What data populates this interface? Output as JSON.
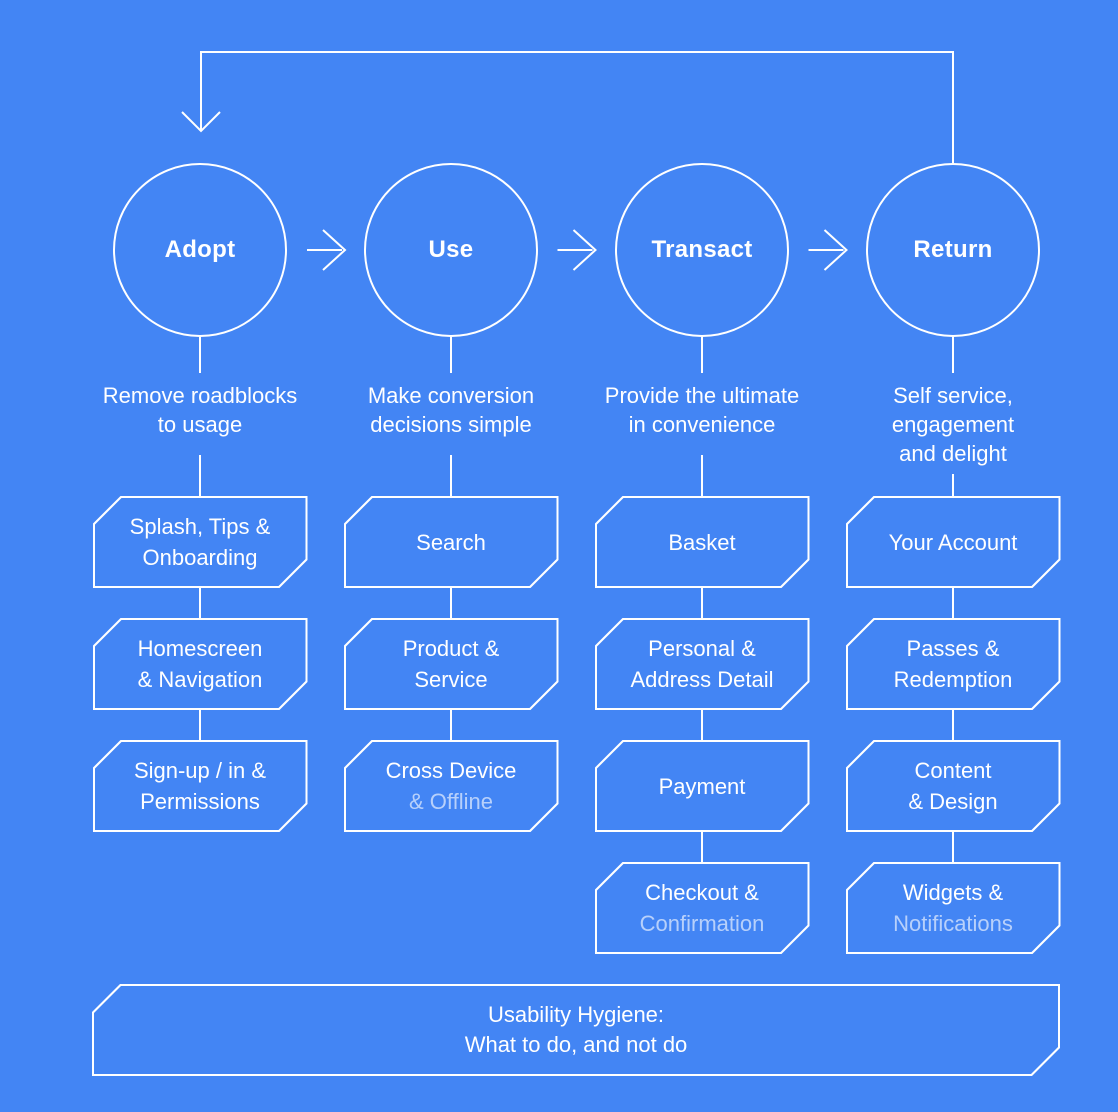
{
  "colors": {
    "background": "#4385f4",
    "line": "#ffffff",
    "text": "#ffffff",
    "muted_text": "rgba(255,255,255,0.62)"
  },
  "stages": [
    {
      "label": "Adopt",
      "description": [
        "Remove roadblocks",
        "to usage"
      ],
      "boxes": [
        {
          "lines": [
            {
              "text": "Splash, Tips &"
            },
            {
              "text": "Onboarding"
            }
          ]
        },
        {
          "lines": [
            {
              "text": "Homescreen"
            },
            {
              "text": "& Navigation"
            }
          ]
        },
        {
          "lines": [
            {
              "text": "Sign-up / in &"
            },
            {
              "text": "Permissions"
            }
          ]
        }
      ]
    },
    {
      "label": "Use",
      "description": [
        "Make conversion",
        "decisions simple"
      ],
      "boxes": [
        {
          "lines": [
            {
              "text": "Search"
            }
          ]
        },
        {
          "lines": [
            {
              "text": "Product &"
            },
            {
              "text": "Service"
            }
          ]
        },
        {
          "lines": [
            {
              "text": "Cross Device"
            },
            {
              "text": "& Offline",
              "muted": true
            }
          ]
        }
      ]
    },
    {
      "label": "Transact",
      "description": [
        "Provide the ultimate",
        "in convenience"
      ],
      "boxes": [
        {
          "lines": [
            {
              "text": "Basket"
            }
          ]
        },
        {
          "lines": [
            {
              "text": "Personal &"
            },
            {
              "text": "Address Detail"
            }
          ]
        },
        {
          "lines": [
            {
              "text": "Payment"
            }
          ]
        },
        {
          "lines": [
            {
              "text": "Checkout &"
            },
            {
              "text": "Confirmation",
              "muted": true
            }
          ]
        }
      ]
    },
    {
      "label": "Return",
      "description": [
        "Self service,",
        "engagement",
        "and delight"
      ],
      "boxes": [
        {
          "lines": [
            {
              "text": "Your Account"
            }
          ]
        },
        {
          "lines": [
            {
              "text": "Passes &"
            },
            {
              "text": "Redemption"
            }
          ]
        },
        {
          "lines": [
            {
              "text": "Content"
            },
            {
              "text": "& Design"
            }
          ]
        },
        {
          "lines": [
            {
              "text": "Widgets &"
            },
            {
              "text": "Notifications",
              "muted": true
            }
          ]
        }
      ]
    }
  ],
  "footer": {
    "lines": [
      "Usability Hygiene:",
      "What to do, and not do"
    ]
  }
}
